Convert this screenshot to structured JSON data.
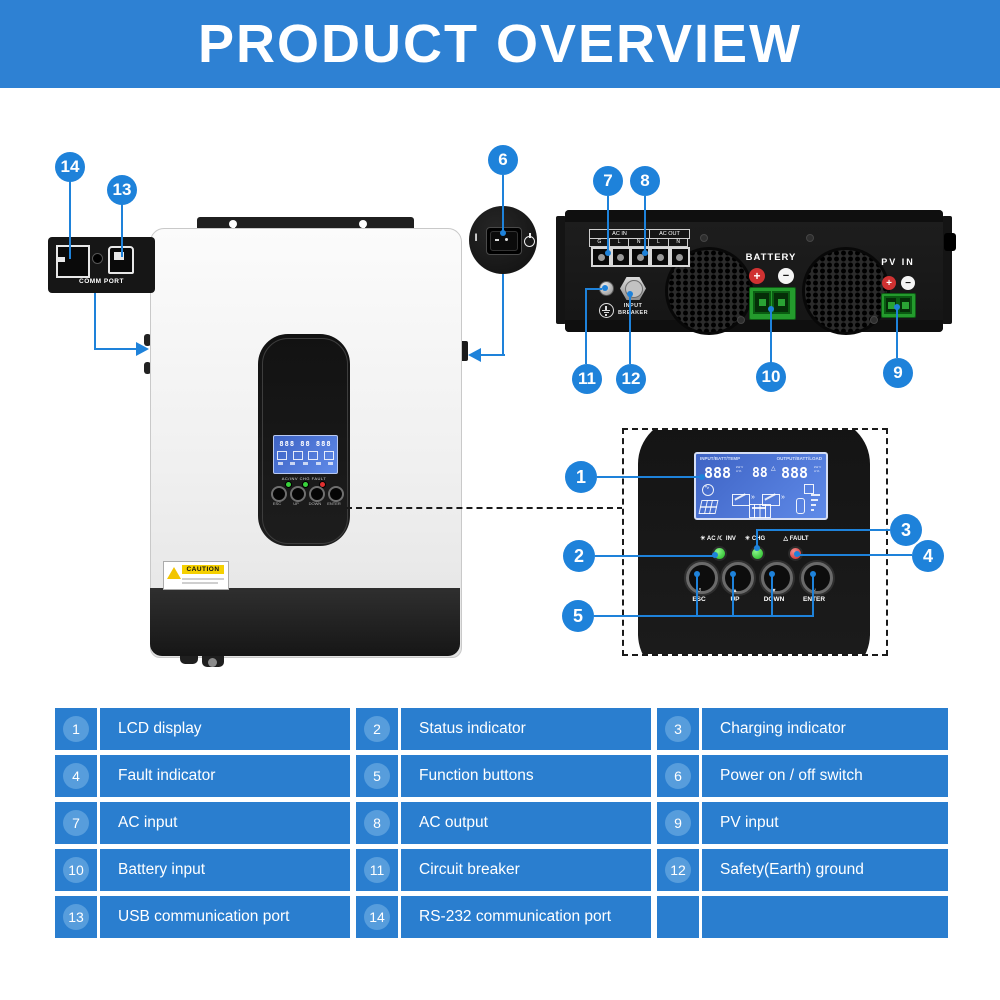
{
  "header": {
    "title": "PRODUCT OVERVIEW"
  },
  "colors": {
    "accent": "#1E82DA",
    "table_cell": "#2A7ECF",
    "badge": "#579DDC",
    "lcd_blue": "#4A73D4",
    "terminal_green": "#249B2D",
    "battery_plus_red": "#D03232"
  },
  "callouts": {
    "c1": "1",
    "c2": "2",
    "c3": "3",
    "c4": "4",
    "c5": "5",
    "c6": "6",
    "c7": "7",
    "c8": "8",
    "c9": "9",
    "c10": "10",
    "c11": "11",
    "c12": "12",
    "c13": "13",
    "c14": "14"
  },
  "comm": {
    "label": "COMM PORT"
  },
  "power": {
    "on_label": "I"
  },
  "rear": {
    "ac_in": "AC IN",
    "ac_out": "AC OUT",
    "pins": [
      "G",
      "L",
      "N",
      "L",
      "N"
    ],
    "battery": "BATTERY",
    "pv": "PV IN",
    "plus": "+",
    "minus": "−",
    "breaker1": "INPUT",
    "breaker2": "BREAKER"
  },
  "front": {
    "caution": "CAUTION",
    "ind_text": "AC/INV  CHG  FAULT",
    "lcd_text": "888 88 888"
  },
  "panel": {
    "lcd": {
      "top_left": "INPUT/BATT/TEMP",
      "top_right": "OUTPUT/BATT/LOAD",
      "d1": "888",
      "d2": "88",
      "d3": "888",
      "warn": "△",
      "wave": "∿",
      "flow": "»",
      "units": "kW V A %"
    },
    "ind1": "☀ AC /☾ INV",
    "ind2": "☀ CHG",
    "ind3": "△ FAULT",
    "btn_icons": [
      "↺",
      "▲",
      "▼",
      "↵"
    ],
    "buttons": [
      "ESC",
      "UP",
      "DOWN",
      "ENTER"
    ]
  },
  "legend": {
    "items": [
      {
        "num": "1",
        "label": "LCD display"
      },
      {
        "num": "2",
        "label": "Status indicator"
      },
      {
        "num": "3",
        "label": "Charging indicator"
      },
      {
        "num": "4",
        "label": "Fault indicator"
      },
      {
        "num": "5",
        "label": "Function buttons"
      },
      {
        "num": "6",
        "label": "Power on / off switch"
      },
      {
        "num": "7",
        "label": "AC input"
      },
      {
        "num": "8",
        "label": "AC output"
      },
      {
        "num": "9",
        "label": "PV input"
      },
      {
        "num": "10",
        "label": "Battery input"
      },
      {
        "num": "11",
        "label": "Circuit breaker"
      },
      {
        "num": "12",
        "label": "Safety(Earth) ground"
      },
      {
        "num": "13",
        "label": "USB communication port"
      },
      {
        "num": "14",
        "label": "RS-232 communication port"
      },
      {
        "num": "",
        "label": ""
      }
    ]
  }
}
